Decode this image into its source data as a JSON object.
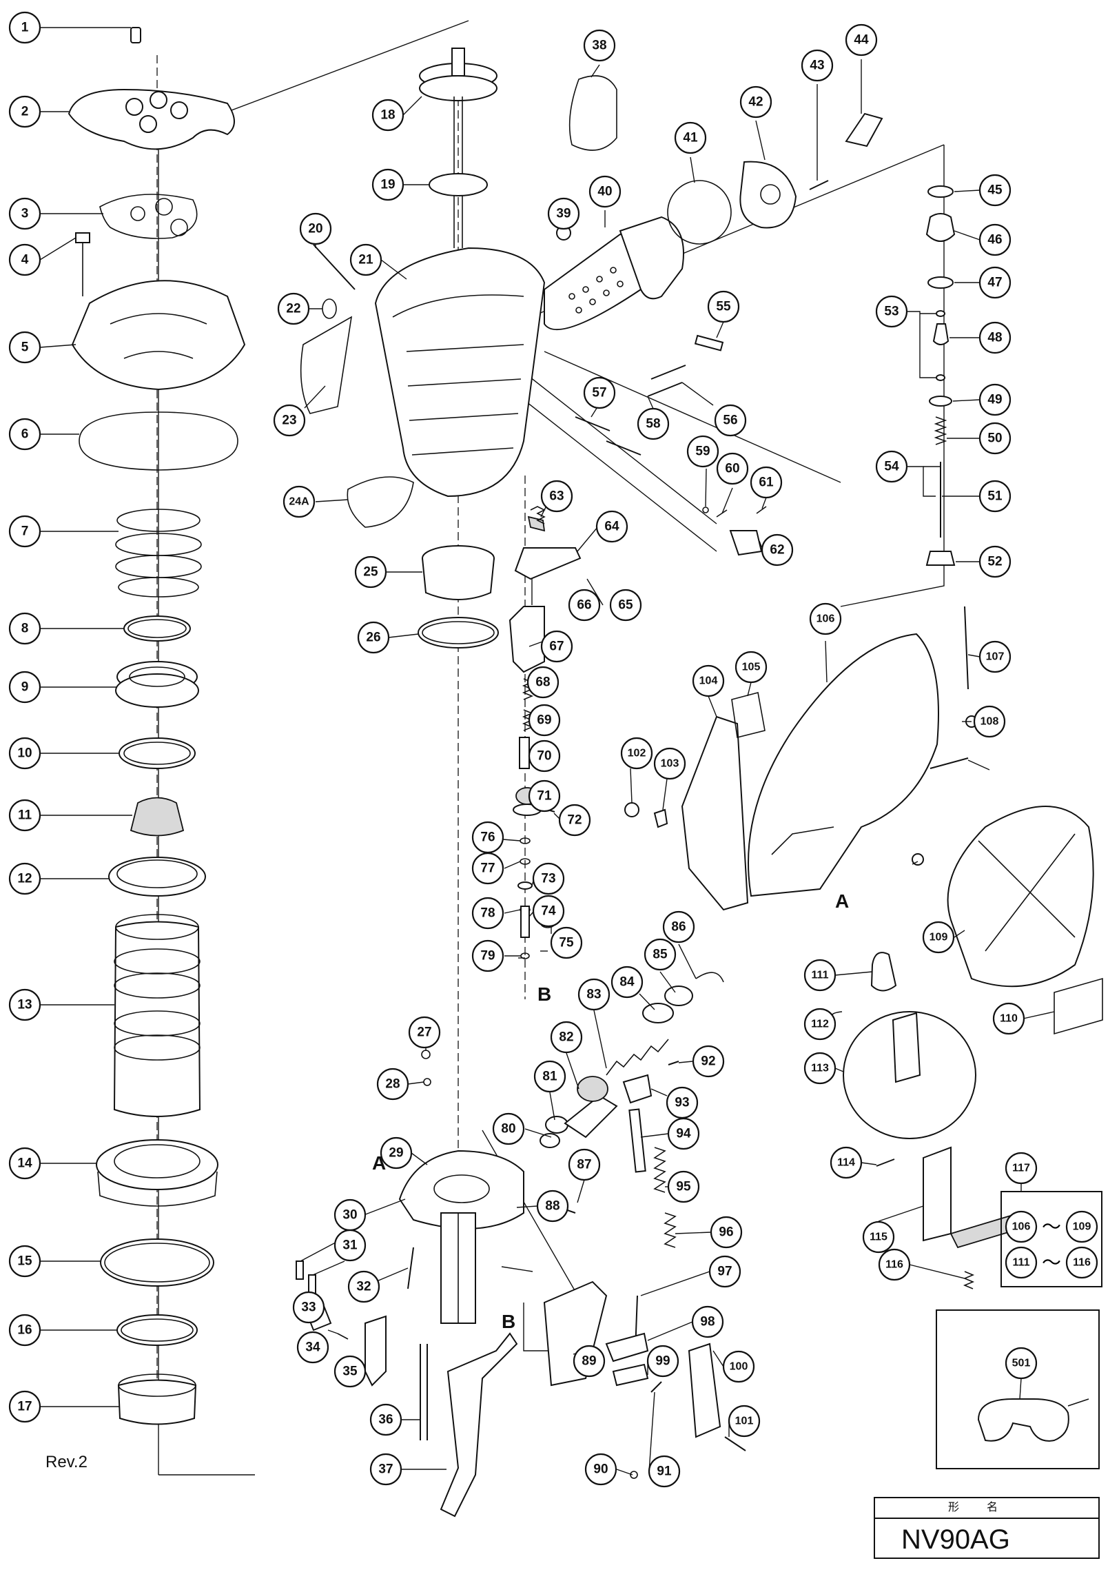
{
  "revision": "Rev.2",
  "model": {
    "header": "形名",
    "name": "NV90AG"
  },
  "part_numbers": [
    "1",
    "2",
    "3",
    "4",
    "5",
    "6",
    "7",
    "8",
    "9",
    "10",
    "11",
    "12",
    "13",
    "14",
    "15",
    "16",
    "17",
    "18",
    "19",
    "20",
    "21",
    "22",
    "23",
    "24A",
    "25",
    "26",
    "27",
    "28",
    "29",
    "30",
    "31",
    "32",
    "33",
    "34",
    "35",
    "36",
    "37",
    "38",
    "39",
    "40",
    "41",
    "42",
    "43",
    "44",
    "45",
    "46",
    "47",
    "48",
    "49",
    "50",
    "51",
    "52",
    "53",
    "54",
    "55",
    "56",
    "57",
    "58",
    "59",
    "60",
    "61",
    "62",
    "63",
    "64",
    "65",
    "66",
    "67",
    "68",
    "69",
    "70",
    "71",
    "72",
    "73",
    "74",
    "75",
    "76",
    "77",
    "78",
    "79",
    "80",
    "81",
    "82",
    "83",
    "84",
    "85",
    "86",
    "87",
    "88",
    "89",
    "90",
    "91",
    "92",
    "93",
    "94",
    "95",
    "96",
    "97",
    "98",
    "99",
    "100",
    "101",
    "102",
    "103",
    "104",
    "105",
    "106",
    "107",
    "108",
    "109",
    "110",
    "111",
    "112",
    "113",
    "114",
    "115",
    "116",
    "117",
    "501"
  ],
  "reference_letters": [
    "A",
    "B"
  ],
  "kit_117": {
    "range_1_from": "106",
    "range_1_to": "109",
    "range_2_from": "111",
    "range_2_to": "116",
    "symbol": "～"
  },
  "accessory": "501"
}
